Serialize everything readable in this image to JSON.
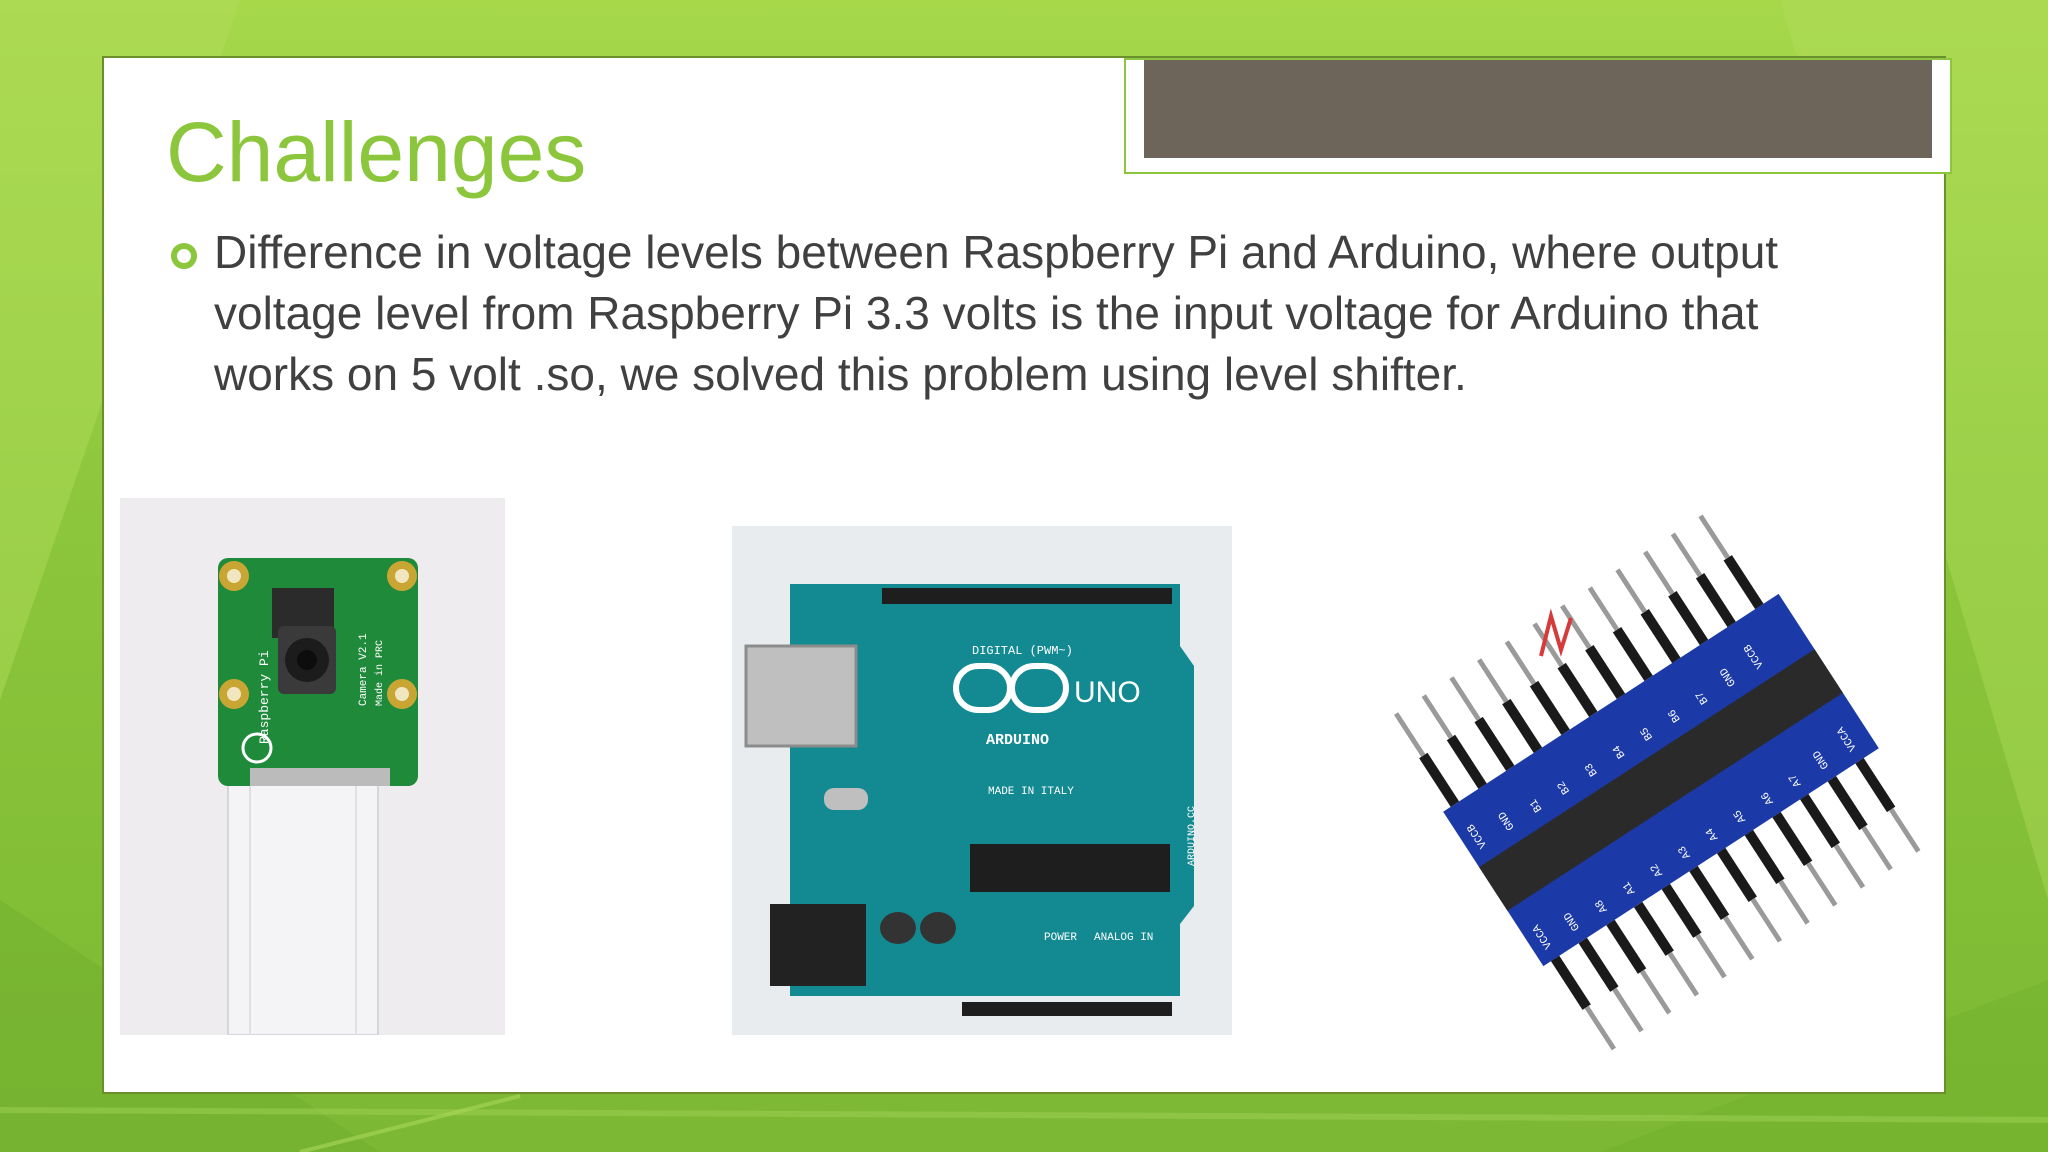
{
  "slide": {
    "title": "Challenges",
    "bullets": [
      "Difference in voltage levels between Raspberry Pi and Arduino, where output voltage level from Raspberry Pi 3.3 volts is the input voltage for Arduino that works on 5 volt .so, we solved  this problem using level shifter."
    ]
  },
  "images": {
    "camera": {
      "silkscreen_brand": "Raspberry Pi",
      "silkscreen_model": "Camera V2.1",
      "silkscreen_origin": "Made in PRC"
    },
    "arduino": {
      "logo_text": "UNO",
      "brand": "ARDUINO",
      "digital_label": "DIGITAL (PWM~)",
      "made_in": "MADE IN ITALY",
      "power_label": "POWER",
      "analog_label": "ANALOG IN",
      "site": "ARDUINO.CC"
    },
    "level_shifter": {
      "left_pins": [
        "VCCA",
        "GND",
        "A8",
        "A1",
        "A2",
        "A3",
        "A4",
        "A5",
        "A6",
        "A7",
        "GND",
        "VCCA"
      ],
      "right_pins": [
        "VCCB",
        "GND",
        "B1",
        "B2",
        "B3",
        "B4",
        "B5",
        "B6",
        "B7",
        "GND",
        "VCCB"
      ]
    }
  },
  "colors": {
    "title": "#8cc63c",
    "body_text": "#404040",
    "bullet": "#8cc63c",
    "tab_fill": "#6e655a",
    "background": "#8cc63c"
  },
  "icons": {
    "bullet": "hollow-circle-bullet-icon"
  }
}
